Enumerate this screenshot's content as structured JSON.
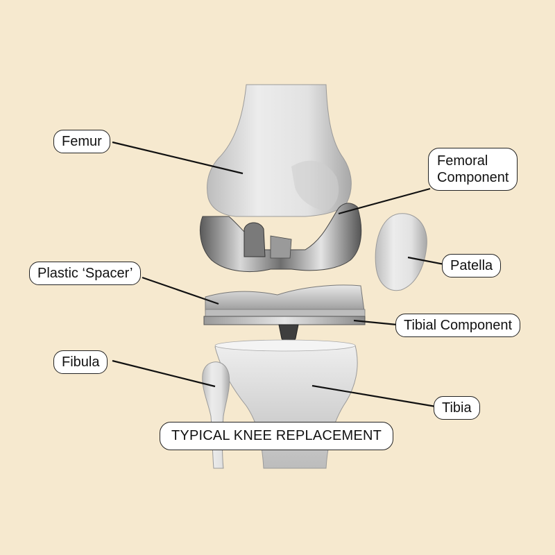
{
  "labels": {
    "femur": "Femur",
    "femoral_component_line1": "Femoral",
    "femoral_component_line2": "Component",
    "patella": "Patella",
    "plastic_spacer": "Plastic ‘Spacer’",
    "tibial_component": "Tibial Component",
    "fibula": "Fibula",
    "tibia": "Tibia"
  },
  "title": "TYPICAL KNEE REPLACEMENT",
  "colors": {
    "background": "#f6e9cf",
    "bone": "#dcdcdc",
    "bone_shadow": "#9a9a9a",
    "metal": "#8c8c8c",
    "plastic": "#c8c8c8",
    "leader_line": "#111111"
  }
}
